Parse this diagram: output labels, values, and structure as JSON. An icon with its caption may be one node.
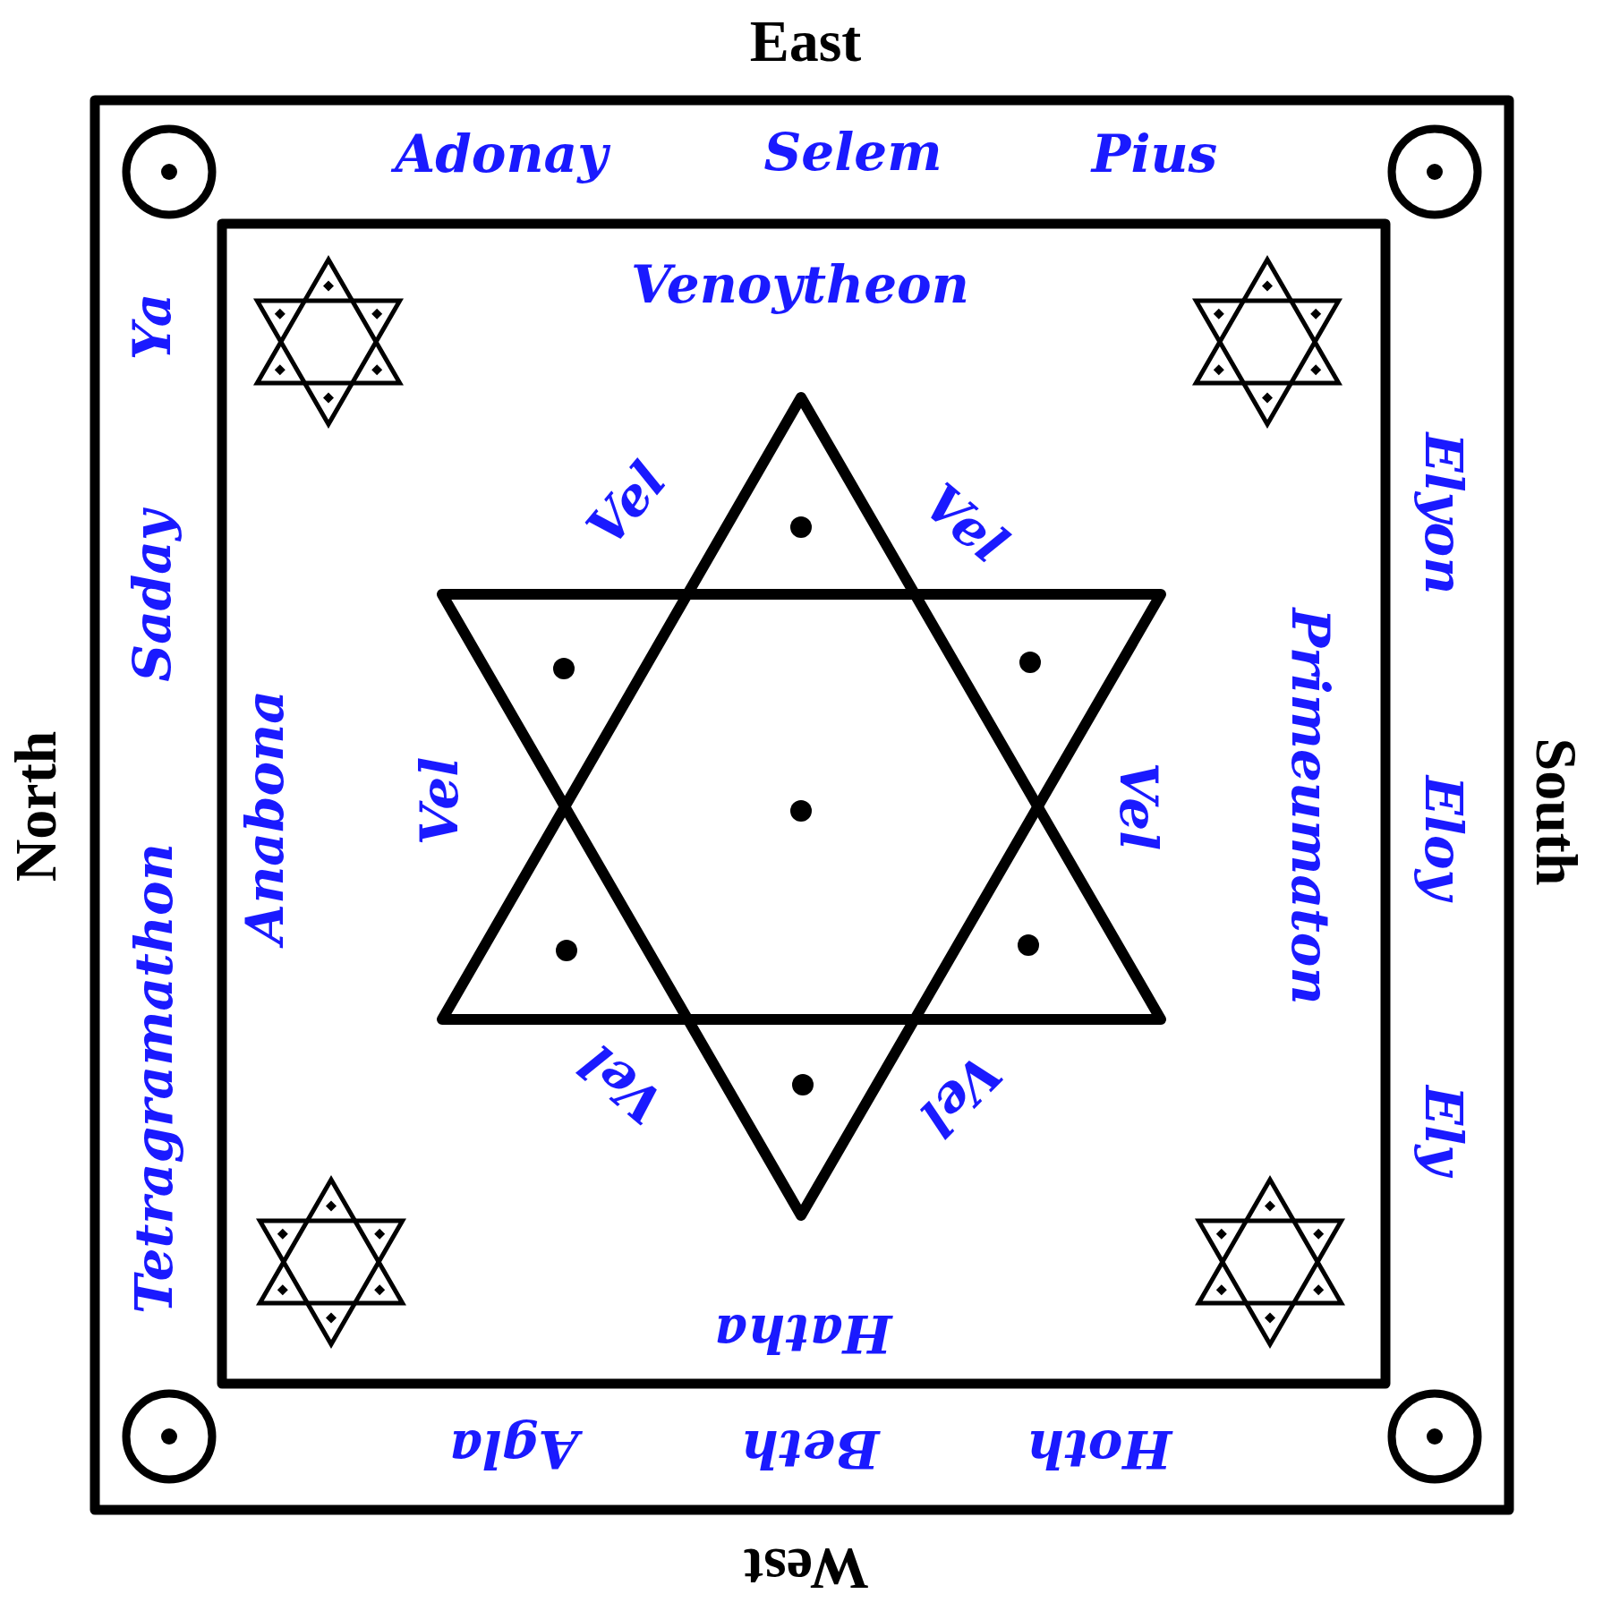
{
  "diagram": {
    "labels": [
      "East",
      "Adonay",
      "Selem",
      "Pius",
      "Venoytheon",
      "Ya",
      "Vel",
      "Vel",
      "Saday",
      "Elyon",
      "Primeumaton",
      "Vel",
      "Vel",
      "North",
      "South",
      "Anabona",
      "Eloy",
      "Tetragramathon",
      "Vel",
      "Vel",
      "Ely",
      "Hatha",
      "Agla",
      "Beth",
      "Hoth",
      "West"
    ]
  }
}
